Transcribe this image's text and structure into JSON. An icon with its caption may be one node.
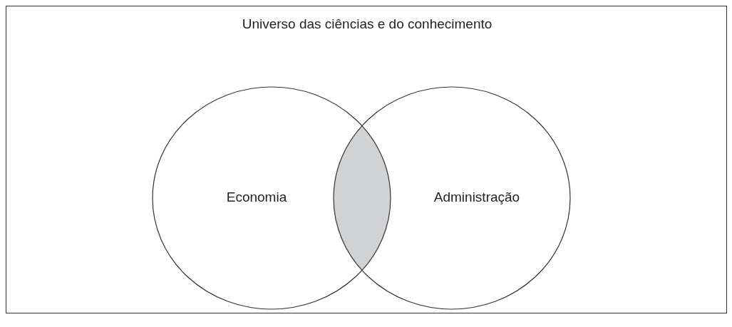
{
  "diagram": {
    "nodes": [
      {
        "text": [
          "Universo das ciências e do conhecimento"
        ]
      },
      {
        "text": [
          "Economia"
        ],
        "in": 0
      },
      {
        "text": [
          "Administração"
        ],
        "in": 0
      },
      {
        "text": [],
        "shape": "lens",
        "in": 0
      }
    ]
  }
}
